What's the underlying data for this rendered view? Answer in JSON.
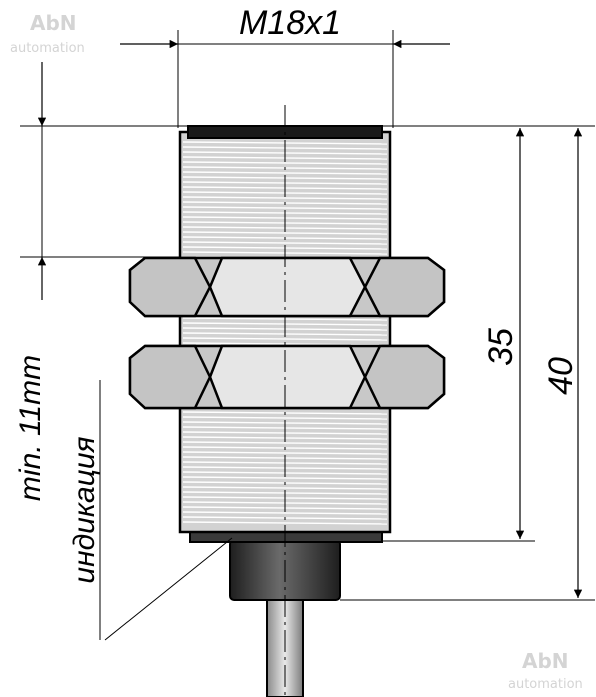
{
  "title": "",
  "dimensions": {
    "thread": "M18x1",
    "length_inner": "35",
    "length_total": "40",
    "sensing_min": "min. 11mm",
    "indicator": "индикация"
  },
  "watermarks": {
    "top_left": {
      "name": "AbN",
      "sub": "automation"
    },
    "bottom_right": {
      "name": "AbN",
      "sub": "automation"
    }
  },
  "colors": {
    "line": "#000000",
    "body_fill": "#d2d2d2",
    "nut_fill": "#c8c8c8",
    "thread_line": "#ffffff",
    "dark_fill": "#4a4a4a"
  }
}
